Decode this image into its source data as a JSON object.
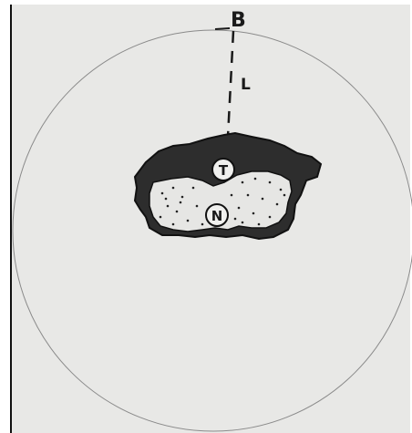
{
  "labels": {
    "top_point": "B",
    "line": "L",
    "upper_circle": "T",
    "lower_circle": "N"
  },
  "colors": {
    "paper_outer": "#ffffff",
    "paper": "#e8e8e6",
    "outline": "#8a8a8a",
    "ink": "#1a1a1a",
    "dark_region": "#2d2d2d",
    "light_region": "#e6e6e4",
    "dots": "#222222",
    "circle_fill": "#f0f0ee"
  }
}
